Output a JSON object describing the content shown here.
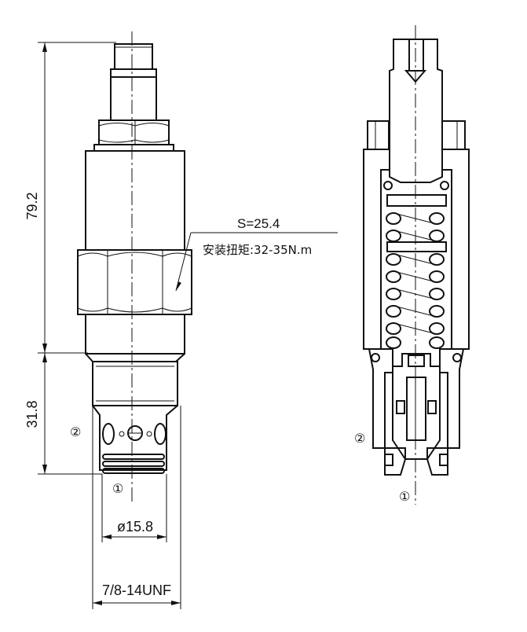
{
  "dimensions": {
    "upper_length": "79.2",
    "lower_length": "31.8",
    "diameter": "ø15.8",
    "thread": "7/8-14UNF",
    "wrench_size": "S=25.4",
    "torque": "安装扭矩:32-35N.m"
  },
  "ports": {
    "port1": "①",
    "port2": "②"
  }
}
